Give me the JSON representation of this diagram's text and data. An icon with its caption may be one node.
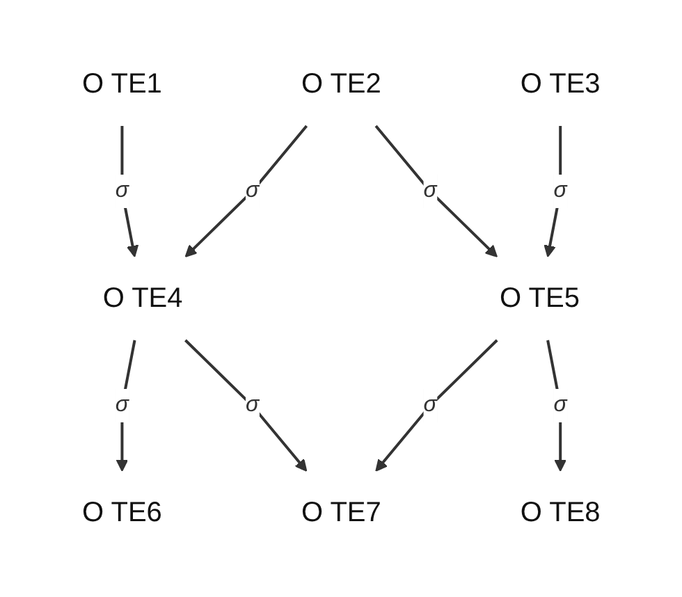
{
  "diagram": {
    "nodes": [
      {
        "text": [
          "O TE1"
        ]
      },
      {
        "text": [
          "O TE2"
        ]
      },
      {
        "text": [
          "O TE3"
        ]
      },
      {
        "text": [
          "O TE4"
        ]
      },
      {
        "text": [
          "O TE5"
        ]
      },
      {
        "text": [
          "O TE6"
        ]
      },
      {
        "text": [
          "O TE7"
        ]
      },
      {
        "text": [
          "O TE8"
        ]
      }
    ],
    "edges": [
      {
        "from": 0,
        "to": 3,
        "arrow": "to",
        "label": "σ"
      },
      {
        "from": 1,
        "to": 3,
        "arrow": "to",
        "label": "σ"
      },
      {
        "from": 1,
        "to": 4,
        "arrow": "to",
        "label": "σ"
      },
      {
        "from": 2,
        "to": 4,
        "arrow": "to",
        "label": "σ"
      },
      {
        "from": 3,
        "to": 5,
        "arrow": "to",
        "label": "σ"
      },
      {
        "from": 3,
        "to": 6,
        "arrow": "to",
        "label": "σ"
      },
      {
        "from": 4,
        "to": 6,
        "arrow": "to",
        "label": "σ"
      },
      {
        "from": 4,
        "to": 7,
        "arrow": "to",
        "label": "σ"
      }
    ]
  }
}
